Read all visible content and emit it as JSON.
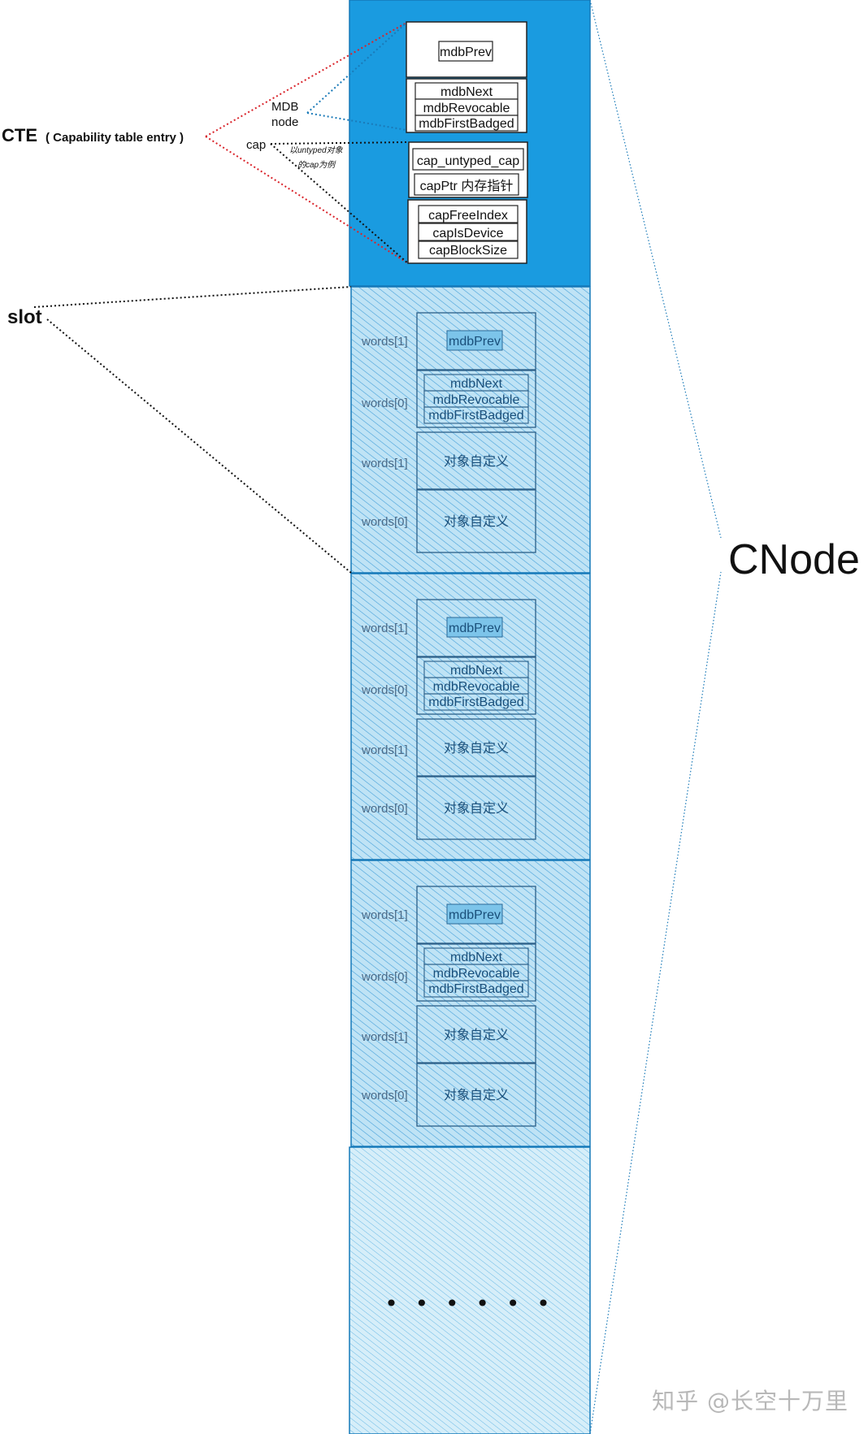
{
  "labels": {
    "cte_title": "CTE",
    "cte_subtitle": "( Capability table entry )",
    "mdb_node_line1": "MDB",
    "mdb_node_line2": "node",
    "cap": "cap",
    "cap_note_line1": "以untyped对象",
    "cap_note_line2": "的cap为例",
    "slot": "slot",
    "cnode": "CNode",
    "ellipsis": "• • •   • • •"
  },
  "cte": {
    "mdb_prev": "mdbPrev",
    "mdb_next": "mdbNext",
    "mdb_revocable": "mdbRevocable",
    "mdb_first_badged": "mdbFirstBadged",
    "cap_untyped_cap": "cap_untyped_cap",
    "cap_ptr": "capPtr 内存指针",
    "cap_free_index": "capFreeIndex",
    "cap_is_device": "capIsDevice",
    "cap_block_size": "capBlockSize"
  },
  "slot": {
    "words": [
      "words[1]",
      "words[0]",
      "words[1]",
      "words[0]"
    ],
    "mdb_prev": "mdbPrev",
    "mdb_next": "mdbNext",
    "mdb_revocable": "mdbRevocable",
    "mdb_first_badged": "mdbFirstBadged",
    "custom": "对象自定义"
  },
  "watermark": "知乎 @长空十万里",
  "colors": {
    "cte_fill": "#1a9be0",
    "slot_fill": "#9fd3ee",
    "hatch": "#1a8ad0",
    "red_dots": "#d9232a",
    "blue_dots": "#1a7ab8",
    "black_dots": "#111111"
  }
}
